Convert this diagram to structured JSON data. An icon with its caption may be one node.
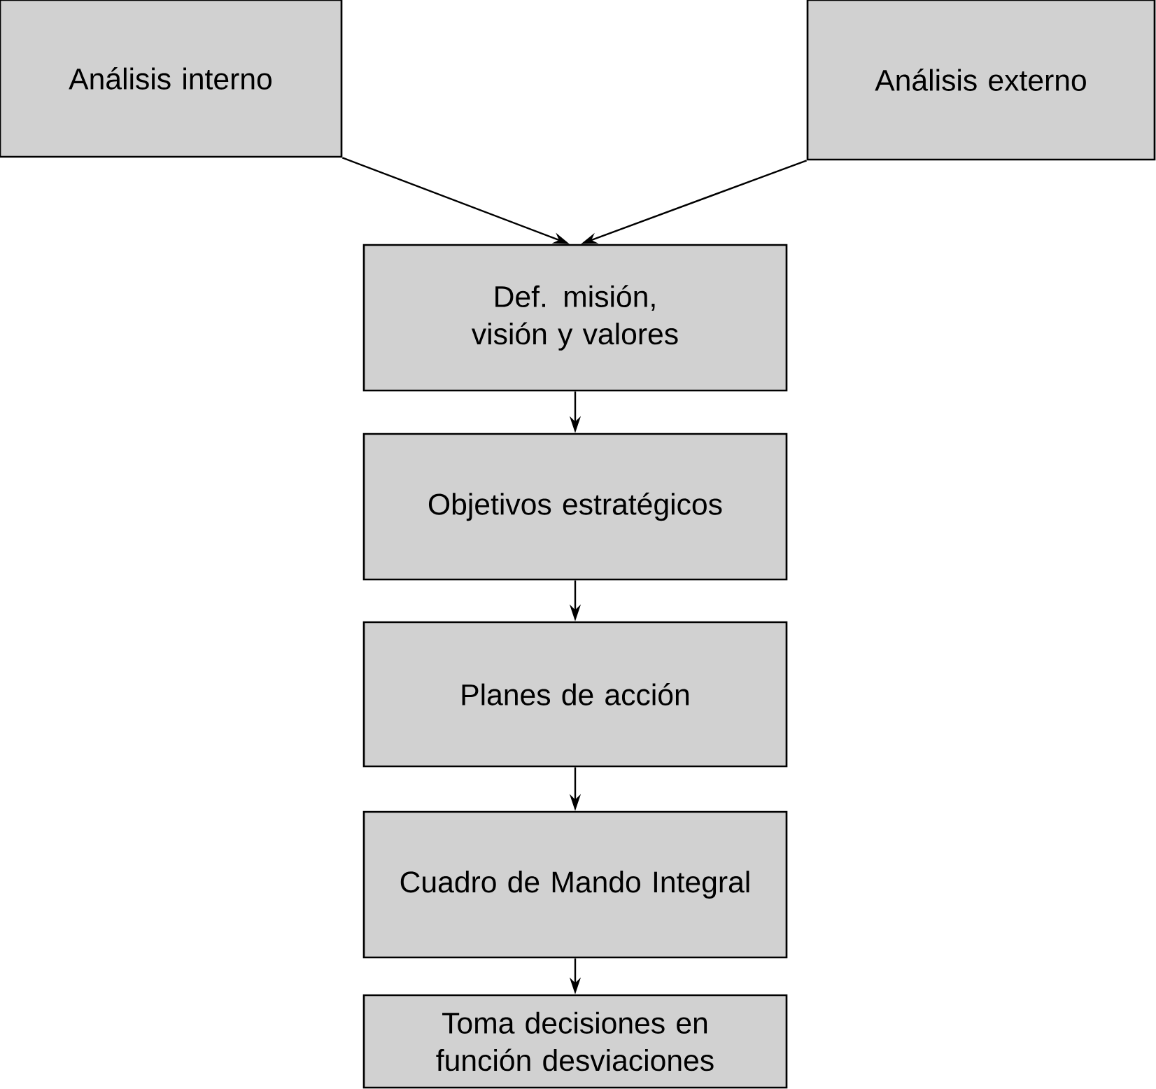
{
  "diagram": {
    "nodes": [
      {
        "text": [
          "Análisis interno"
        ]
      },
      {
        "text": [
          "Análisis externo"
        ]
      },
      {
        "text": [
          "Def. misión, visión y valores"
        ]
      },
      {
        "text": [
          "Objetivos estratégicos"
        ]
      },
      {
        "text": [
          "Planes de acción"
        ]
      },
      {
        "text": [
          "Cuadro de Mando Integral"
        ]
      },
      {
        "text": [
          "Toma decisiones en función desviaciones"
        ]
      }
    ],
    "edges": [
      {
        "from": 0,
        "to": 2,
        "arrow": "to"
      },
      {
        "from": 1,
        "to": 2,
        "arrow": "to"
      },
      {
        "from": 2,
        "to": 3,
        "arrow": "to"
      },
      {
        "from": 3,
        "to": 4,
        "arrow": "to"
      },
      {
        "from": 4,
        "to": 5,
        "arrow": "to"
      },
      {
        "from": 5,
        "to": 6,
        "arrow": "to"
      }
    ]
  }
}
